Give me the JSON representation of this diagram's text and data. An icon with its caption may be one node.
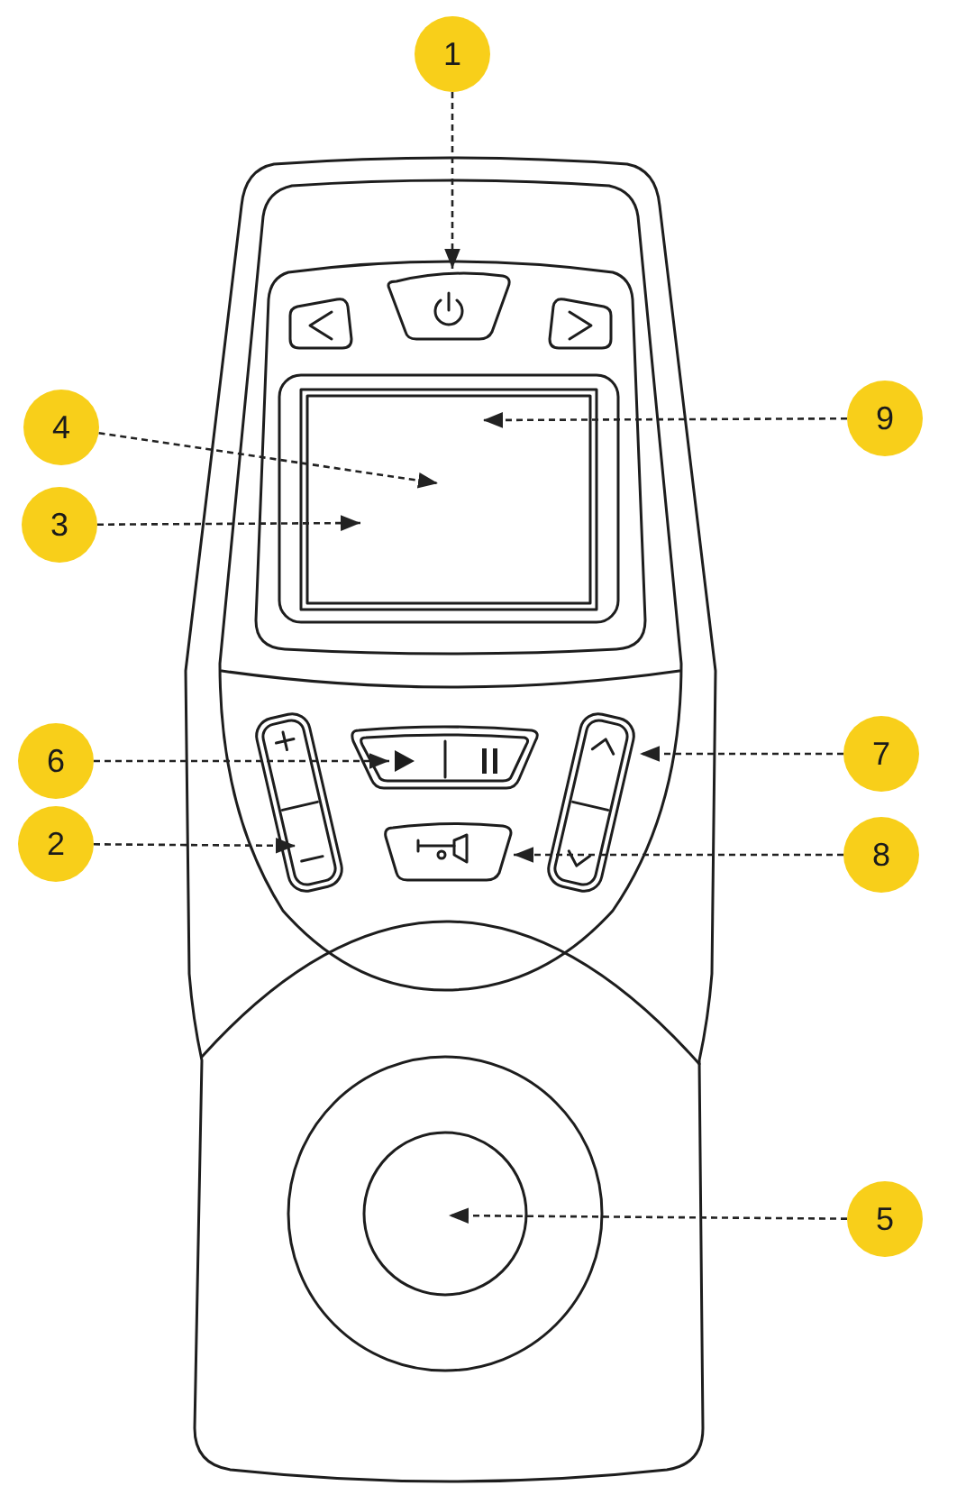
{
  "diagram": {
    "nodes": [
      {
        "text": [
          "1"
        ]
      },
      {
        "text": [
          "4"
        ]
      },
      {
        "text": [
          "9"
        ]
      },
      {
        "text": [
          "3"
        ]
      },
      {
        "text": [
          "6"
        ]
      },
      {
        "text": [
          "7"
        ]
      },
      {
        "text": [
          "2"
        ]
      },
      {
        "text": [
          "8"
        ]
      },
      {
        "text": [
          "5"
        ]
      },
      {
        "text": [],
        "shape": "box"
      },
      {
        "text": [],
        "shape": "box"
      },
      {
        "text": [],
        "shape": "box"
      },
      {
        "text": [],
        "shape": "box"
      },
      {
        "text": [],
        "shape": "box"
      },
      {
        "text": [],
        "shape": "box"
      },
      {
        "text": [],
        "shape": "box"
      },
      {
        "text": [],
        "shape": "box"
      },
      {
        "text": [],
        "shape": "circle"
      },
      {
        "text": [],
        "shape": "circle",
        "in": 17
      }
    ],
    "edges": [
      {
        "from": 0,
        "to": 10,
        "arrow": "to",
        "style": "dashed"
      },
      {
        "from": 1,
        "to": 12,
        "arrow": "to",
        "style": "dashed"
      },
      {
        "from": 2,
        "to": 12,
        "arrow": "to",
        "style": "dashed"
      },
      {
        "from": 3,
        "to": 12,
        "arrow": "to",
        "style": "dashed"
      },
      {
        "from": 4,
        "to": 14,
        "arrow": "to",
        "style": "dashed"
      },
      {
        "from": 5,
        "to": 15,
        "arrow": "to",
        "style": "dashed"
      },
      {
        "from": 6,
        "to": 13,
        "arrow": "to",
        "style": "dashed"
      },
      {
        "from": 7,
        "to": 16,
        "arrow": "to",
        "style": "dashed"
      },
      {
        "from": 8,
        "to": 18,
        "arrow": "to",
        "style": "dashed"
      }
    ]
  }
}
